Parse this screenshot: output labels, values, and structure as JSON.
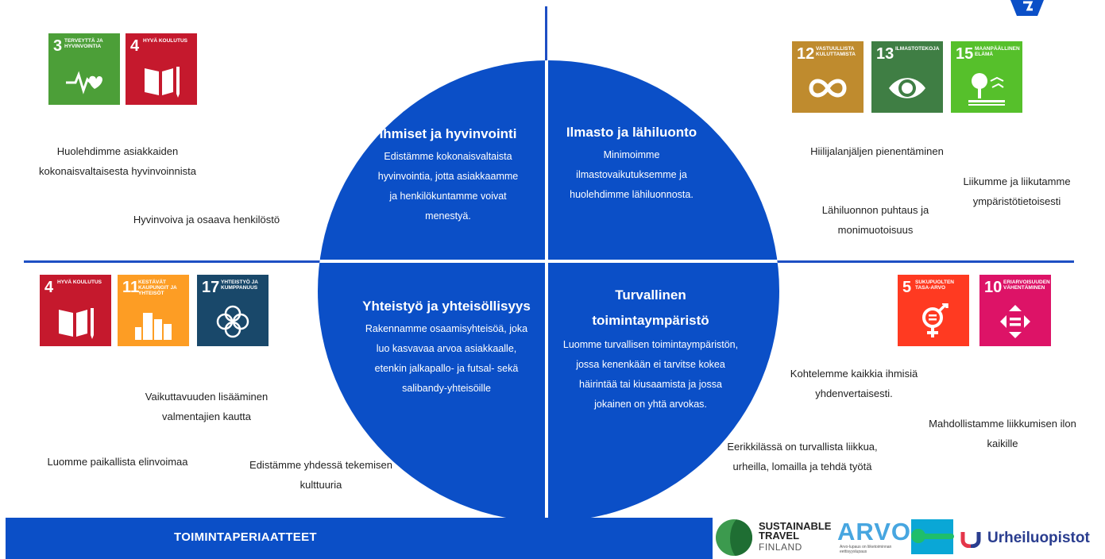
{
  "quadrants": {
    "top_left": {
      "title": "Ihmiset ja hyvinvointi",
      "body": [
        "Edistämme kokonaisvaltaista",
        "hyvinvointia, jotta asiakkaamme",
        "ja henkilökuntamme voivat",
        "menestyä."
      ]
    },
    "top_right": {
      "title": "Ilmasto ja lähiluonto",
      "body": [
        "Minimoimme",
        "ilmastovaikutuksemme ja",
        "huolehdimme lähiluonnosta."
      ]
    },
    "bottom_left": {
      "title": "Yhteistyö ja yhteisöllisyys",
      "body": [
        "Rakennamme osaamisyhteisöä, joka",
        "luo kasvavaa arvoa asiakkaalle,",
        "etenkin jalkapallo- ja futsal- sekä",
        "salibandy-yhteisöille"
      ]
    },
    "bottom_right": {
      "title_lines": [
        "Turvallinen",
        "toimintaympäristö"
      ],
      "body": [
        "Luomme turvallisen toimintaympäristön,",
        "jossa kenenkään ei tarvitse kokea",
        "häirintää tai kiusaamista ja jossa",
        "jokainen on yhtä arvokas."
      ]
    }
  },
  "notes": {
    "tl_1": [
      "Huolehdimme asiakkaiden",
      "kokonaisvaltaisesta hyvinvoinnista"
    ],
    "tl_2": [
      "Hyvinvoiva ja osaava henkilöstö"
    ],
    "tr_1": [
      "Hiilijalanjäljen pienentäminen"
    ],
    "tr_2": [
      "Liikumme ja liikutamme",
      "ympäristötietoisesti"
    ],
    "tr_3": [
      "Lähiluonnon puhtaus ja",
      "monimuotoisuus"
    ],
    "bl_1": [
      "Vaikuttavuuden lisääminen",
      "valmentajien kautta"
    ],
    "bl_2": [
      "Luomme paikallista elinvoimaa"
    ],
    "bl_3": [
      "Edistämme yhdessä tekemisen",
      "kulttuuria"
    ],
    "br_1": [
      "Kohtelemme kaikkia ihmisiä",
      "yhdenvertaisesti."
    ],
    "br_2": [
      "Mahdollistamme liikkumisen ilon",
      "kaikille"
    ],
    "br_3": [
      "Eerikkilässä on turvallista liikkua,",
      "urheilla, lomailla ja tehdä työtä"
    ]
  },
  "sdg_icons": {
    "sdg3": {
      "num": "3",
      "label": "Terveyttä ja hyvinvointia",
      "color": "#4c9f38",
      "icon": "heartbeat-icon"
    },
    "sdg4": {
      "num": "4",
      "label": "Hyvä koulutus",
      "color": "#c5192d",
      "icon": "book-pencil-icon"
    },
    "sdg12": {
      "num": "12",
      "label": "Vastuullista kuluttamista",
      "color": "#bf8b2e",
      "icon": "infinity-icon"
    },
    "sdg13": {
      "num": "13",
      "label": "Ilmastoteko­ja",
      "color": "#3f7e44",
      "icon": "eye-globe-icon"
    },
    "sdg15": {
      "num": "15",
      "label": "Maanpäällinen elämä",
      "color": "#56c02b",
      "icon": "tree-bird-icon"
    },
    "sdg4b": {
      "num": "4",
      "label": "Hyvä koulutus",
      "color": "#c5192d",
      "icon": "book-pencil-icon"
    },
    "sdg11": {
      "num": "11",
      "label": "Kestävät kaupungit ja yhteisöt",
      "color": "#fd9d24",
      "icon": "city-buildings-icon"
    },
    "sdg17": {
      "num": "17",
      "label": "Yhteistyö ja kumppanuus",
      "color": "#19486a",
      "icon": "flower-rings-icon"
    },
    "sdg5": {
      "num": "5",
      "label": "Sukupuolten tasa-arvo",
      "color": "#ff3a21",
      "icon": "gender-equality-icon"
    },
    "sdg10": {
      "num": "10",
      "label": "Eriarvoisuuden vähentäminen",
      "color": "#dd1367",
      "icon": "arrows-equal-icon"
    }
  },
  "footer": {
    "title": "TOIMINTAPERIAATTEET",
    "logos": {
      "stf_line1": "SUSTAINABLE",
      "stf_line2": "TRAVEL",
      "stf_line3": "FINLAND",
      "arvo": "ARVO",
      "arvo_sub": "Arvo-lupaus on liiketoiminnan eettisyyslupaus",
      "urheiluopistot": "Urheiluopistot"
    }
  },
  "colors": {
    "primary_blue": "#0b4fc7",
    "axis_blue": "#1e4fc4"
  }
}
